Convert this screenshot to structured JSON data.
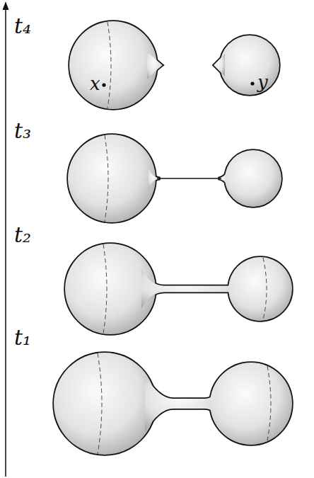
{
  "diagram": {
    "labels": [
      "t₄",
      "x",
      "y",
      "t₃",
      "t₂",
      "t₁"
    ]
  }
}
